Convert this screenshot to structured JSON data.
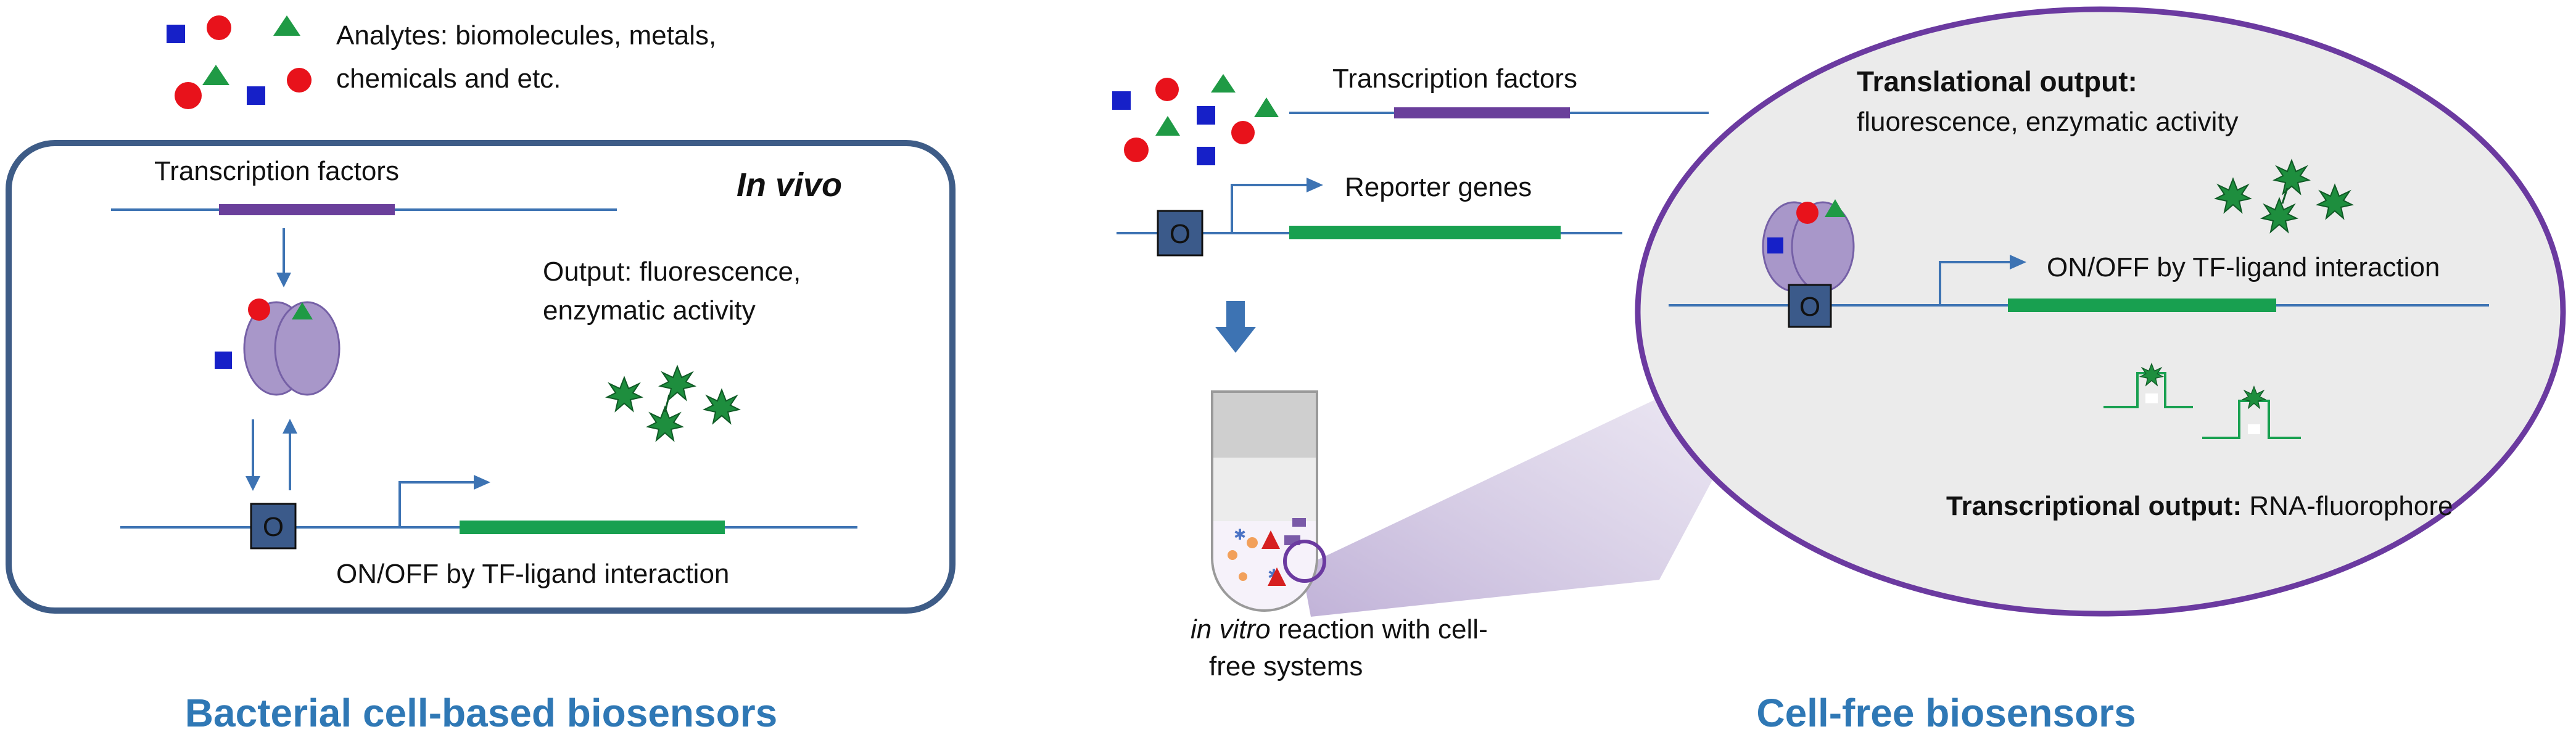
{
  "left_panel": {
    "analytes_line1": "Analytes: biomolecules, metals,",
    "analytes_line2": "chemicals and etc.",
    "in_vivo_label": "In vivo",
    "tf_label": "Transcription factors",
    "output_line1": "Output: fluorescence,",
    "output_line2": "enzymatic activity",
    "operator_label": "O",
    "on_off_label": "ON/OFF by TF-ligand interaction",
    "title": "Bacterial cell-based biosensors"
  },
  "right_panel": {
    "tf_label": "Transcription factors",
    "reporter_label": "Reporter genes",
    "operator_label": "O",
    "reaction_line1_italic": "in vitro",
    "reaction_line1_rest": " reaction with cell-",
    "reaction_line2": "free systems",
    "translational_title": "Translational output:",
    "translational_body": "fluorescence, enzymatic activity",
    "on_off_label": "ON/OFF by TF-ligand interaction",
    "transcriptional_title": "Transcriptional output:",
    "transcriptional_body": " RNA-fluorophore",
    "title": "Cell-free biosensors"
  },
  "colors": {
    "accent_title": "#2f78b5",
    "frame_blue": "#3e5c87",
    "tf_purple": "#6a3f9b",
    "gene_green": "#18a050",
    "line_blue": "#3d73b3",
    "analyte_red": "#e8121b",
    "analyte_blue": "#1620c8",
    "analyte_green": "#1f9a45",
    "protein_fill": "#a897c9",
    "star_green": "#1e8e3e",
    "ellipse_border": "#6b3aa0"
  }
}
